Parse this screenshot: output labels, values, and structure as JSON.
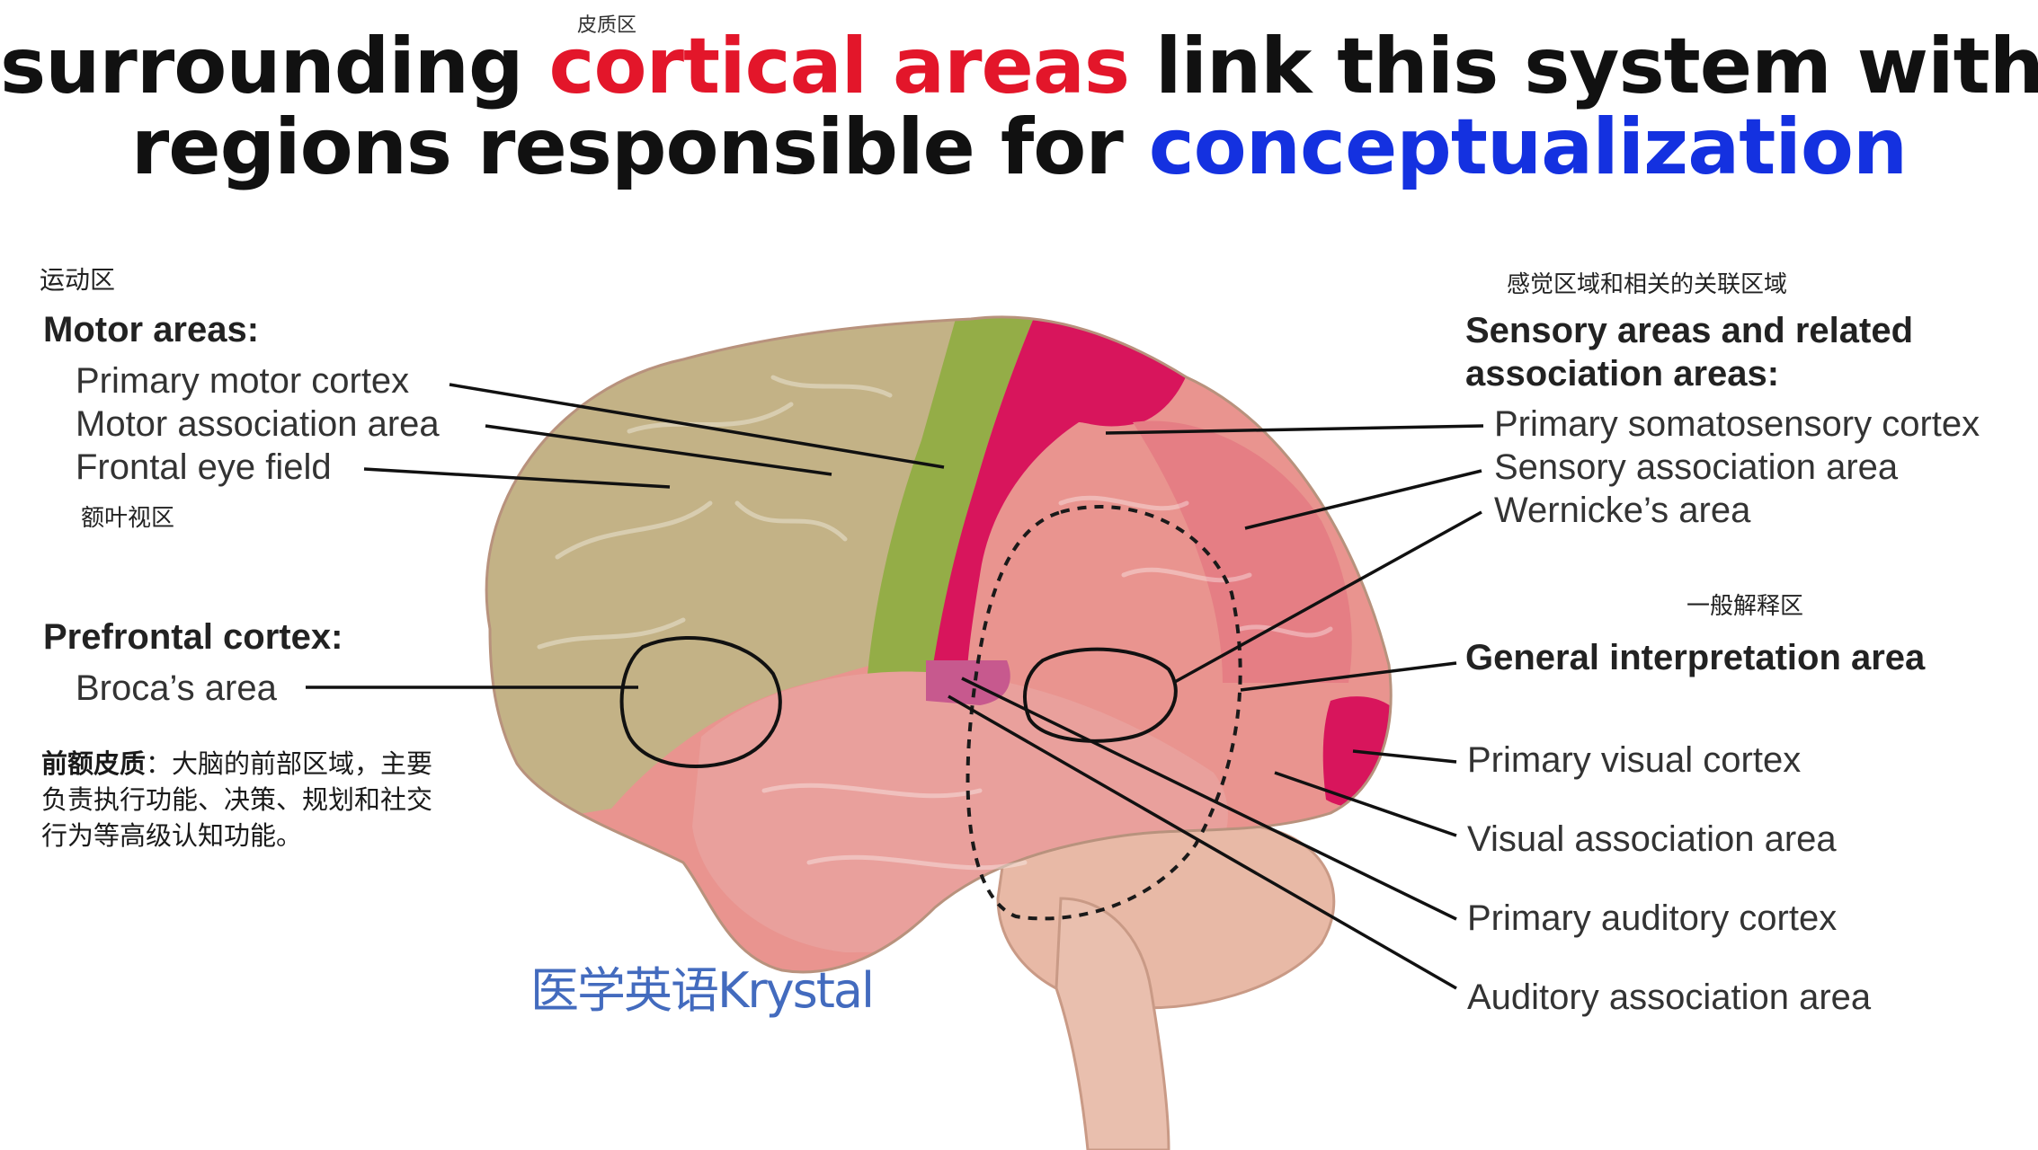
{
  "title": {
    "line1_a": "surrounding ",
    "line1_b": "cortical areas",
    "line1_c": " link this system with",
    "line2_a": "regions responsible for ",
    "line2_b": "conceptualization",
    "annotation_cn": "皮质区",
    "colors": {
      "highlight_red": "#e3162a",
      "highlight_blue": "#1431e0"
    }
  },
  "left": {
    "motor_cn": "运动区",
    "motor_heading": "Motor areas:",
    "motor_items": [
      "Primary motor cortex",
      "Motor association area",
      "Frontal eye field"
    ],
    "frontal_eye_cn": "额叶视区",
    "prefrontal_heading": "Prefrontal cortex:",
    "prefrontal_items": [
      "Broca’s area"
    ],
    "note_term": "前额皮质",
    "note_text": "：大脑的前部区域，主要负责执行功能、决策、规划和社交行为等高级认知功能。"
  },
  "right": {
    "sensory_cn": "感觉区域和相关的关联区域",
    "sensory_heading_1": "Sensory areas and related",
    "sensory_heading_2": "association areas:",
    "sensory_items": [
      "Primary somatosensory cortex",
      "Sensory association area",
      "Wernicke’s area"
    ],
    "general_cn": "一般解释区",
    "general_heading": "General interpretation area",
    "other_items": [
      "Primary visual cortex",
      "Visual association area",
      "Primary auditory cortex",
      "Auditory association area"
    ]
  },
  "watermark": "医学英语Krystal"
}
